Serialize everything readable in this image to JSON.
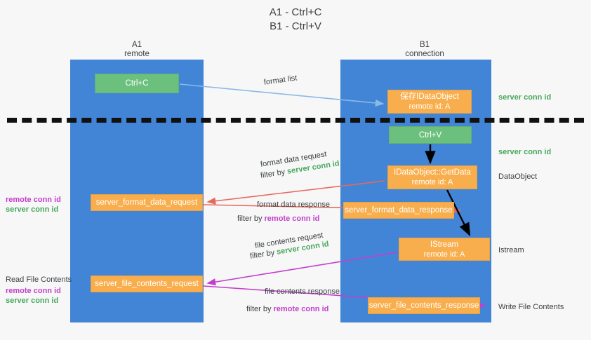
{
  "title": {
    "line1": "A1 - Ctrl+C",
    "line2": "B1 - Ctrl+V"
  },
  "lanes": [
    {
      "name": "A1",
      "sub": "remote",
      "color": "#4285d6"
    },
    {
      "name": "B1",
      "sub": "connection",
      "color": "#4285d6"
    }
  ],
  "colors": {
    "lane": "#4285d6",
    "green_box": "#6cc07d",
    "orange_box": "#f9ae4d",
    "green_text": "#49a85e",
    "magenta_text": "#c23fcc",
    "blue_arrow": "#8ab9e8",
    "red_arrow": "#e8685d",
    "magenta_arrow": "#c23fcc",
    "black_arrow": "#000000",
    "divider": "#111111",
    "background": "#f7f7f7"
  },
  "nodes": {
    "ctrl_c": {
      "label": "Ctrl+C",
      "style": "green"
    },
    "idataobject": {
      "label": "保存IDataObject",
      "sub": "remote id: A",
      "style": "orange"
    },
    "ctrl_v": {
      "label": "Ctrl+V",
      "style": "green"
    },
    "getdata": {
      "label": "IDataObject::GetData",
      "sub": "remote id: A",
      "style": "orange"
    },
    "istream": {
      "label": "IStream",
      "sub": "remote id: A",
      "style": "orange"
    },
    "server_format_data_request": {
      "label": "server_format_data_request",
      "style": "orange"
    },
    "server_format_data_response": {
      "label": "server_format_data_response",
      "style": "orange"
    },
    "server_file_contents_request": {
      "label": "server_file_contents_request",
      "style": "orange"
    },
    "server_file_contents_response": {
      "label": "server_file_contents_response",
      "style": "orange"
    }
  },
  "edge_labels": {
    "format_list": "format list",
    "format_data_request": "format data request",
    "filter_by": "filter by ",
    "server_conn_id": "server conn id",
    "format_data_response": "format data response",
    "remote_conn_id": "remote conn id",
    "file_contents_request": "file contents request",
    "file_contents_response": "file contents response"
  },
  "annotations": {
    "server_conn_id_top": "server conn id",
    "server_conn_id_mid": "server conn id",
    "data_object": "DataObject",
    "istream": "Istream",
    "write_file_contents": "Write File Contents",
    "read_file_contents": "Read File Contents",
    "remote_conn_id": "remote conn id",
    "server_conn_id": "server conn id"
  }
}
